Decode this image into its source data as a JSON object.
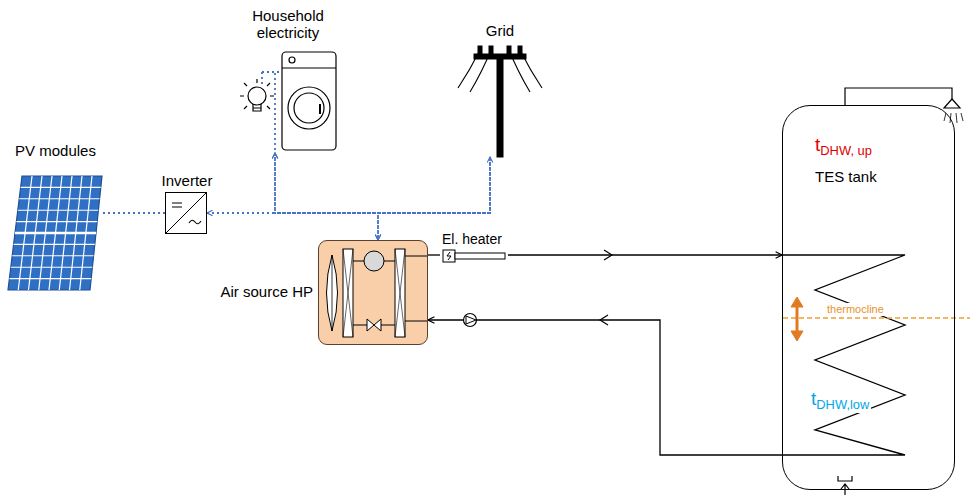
{
  "diagram": {
    "nodes": [
      {
        "text": [
          "PV modules"
        ]
      },
      {
        "text": [
          "Inverter"
        ]
      },
      {
        "text": [
          "Household electricity"
        ]
      },
      {
        "text": [
          "Grid"
        ]
      },
      {
        "text": [
          "Air source HP"
        ]
      },
      {
        "text": [
          "El. heater"
        ]
      },
      {
        "text": [
          "t",
          "DHW, up",
          "TES tank",
          "thermocline",
          "t",
          "DHW,low"
        ]
      }
    ],
    "edges": [
      {
        "from": 0,
        "to": 1,
        "arrow": "none"
      },
      {
        "from": 1,
        "to": 2,
        "arrow": "to"
      },
      {
        "from": 1,
        "to": 3,
        "arrow": "both"
      },
      {
        "from": 1,
        "to": 4,
        "arrow": "to"
      },
      {
        "from": 3,
        "to": 4,
        "arrow": "to"
      },
      {
        "from": 3,
        "to": 2,
        "arrow": "to"
      },
      {
        "from": 4,
        "to": 5,
        "arrow": "none"
      },
      {
        "from": 5,
        "to": 6,
        "arrow": "to"
      },
      {
        "from": 6,
        "to": 4,
        "arrow": "to"
      }
    ]
  }
}
